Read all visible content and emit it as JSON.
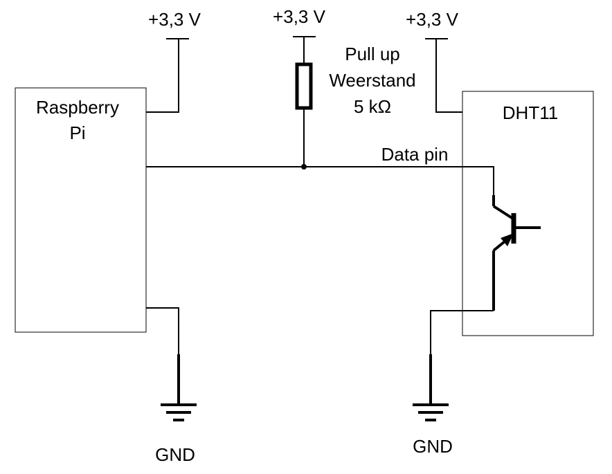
{
  "components": {
    "raspberry_pi": {
      "line1": "Raspberry",
      "line2": "Pi"
    },
    "dht11": {
      "label": "DHT11"
    },
    "resistor": {
      "line1": "Pull up",
      "line2": "Weerstand",
      "line3": "5 kΩ"
    }
  },
  "supplies": {
    "left": "+3,3 V",
    "middle": "+3,3 V",
    "right": "+3,3 V"
  },
  "nets": {
    "data": "Data pin"
  },
  "grounds": {
    "left": "GND",
    "right": "GND"
  }
}
